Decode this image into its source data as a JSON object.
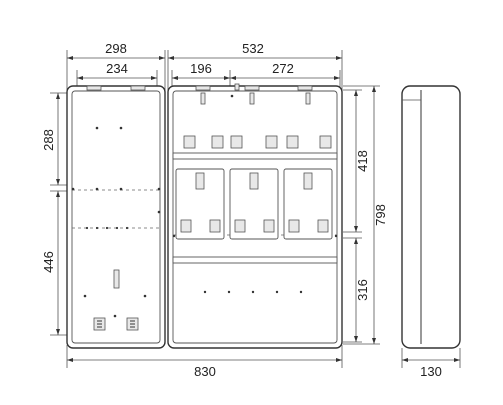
{
  "dimensions": {
    "top_left_overall": "298",
    "top_left_inner": "234",
    "top_right_overall": "532",
    "top_right_part1": "196",
    "top_right_part2": "272",
    "left_upper": "288",
    "left_lower": "446",
    "right_upper": "418",
    "right_lower": "316",
    "right_overall": "798",
    "bottom_width": "830",
    "side_depth": "130"
  }
}
